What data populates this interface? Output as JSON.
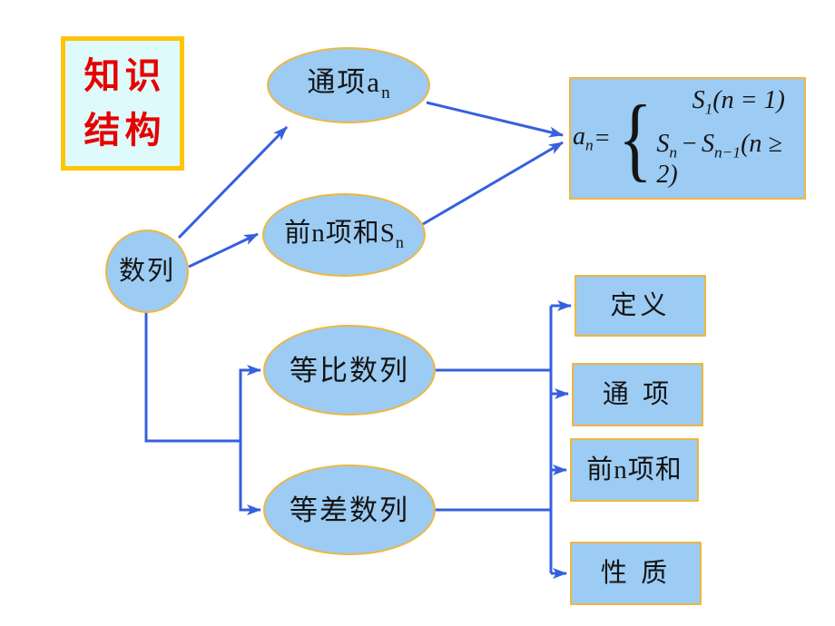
{
  "title_box": {
    "line1": "知识",
    "line2": "结构"
  },
  "diagram": {
    "root": {
      "label": "数列"
    },
    "general_term": {
      "text": "通项a",
      "sub": "n"
    },
    "partial_sum": {
      "text": "前n项和S",
      "sub": "n"
    },
    "geometric": {
      "label": "等比数列"
    },
    "arithmetic": {
      "label": "等差数列"
    },
    "leaves": [
      {
        "label": "定义"
      },
      {
        "label": "通 项"
      },
      {
        "label": "前n项和"
      },
      {
        "label": "性 质"
      }
    ]
  },
  "formula": {
    "lhs_base": "a",
    "lhs_sub": "n",
    "equals": "=",
    "brace": "{",
    "case1": {
      "base": "S",
      "sub": "1",
      "cond": "(n = 1)"
    },
    "case2": {
      "base1": "S",
      "sub1": "n",
      "minus": "−",
      "base2": "S",
      "sub2": "n−1",
      "cond": "(n ≥ 2)"
    }
  },
  "colors": {
    "node_fill": "#9CCBF3",
    "node_border": "#EFB73F",
    "title_bg": "#DEFAFA",
    "title_border": "#FFC408",
    "title_text": "#E60000",
    "connector": "#3560DE",
    "text": "#141414"
  }
}
